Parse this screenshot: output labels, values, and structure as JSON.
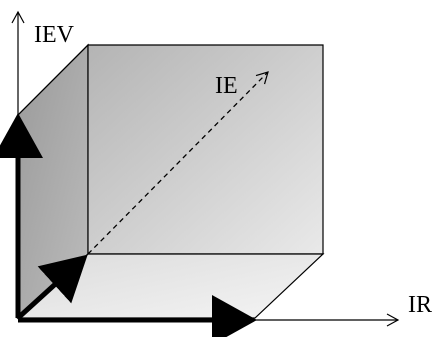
{
  "axes": {
    "vertical_label": "IEV",
    "horizontal_label": "IR",
    "diagonal_label": "IE"
  },
  "colors": {
    "front_face": "#d6d6d6",
    "side_face": "#a9a9a9",
    "bottom_face": "#ebebeb",
    "stroke": "#000000"
  }
}
